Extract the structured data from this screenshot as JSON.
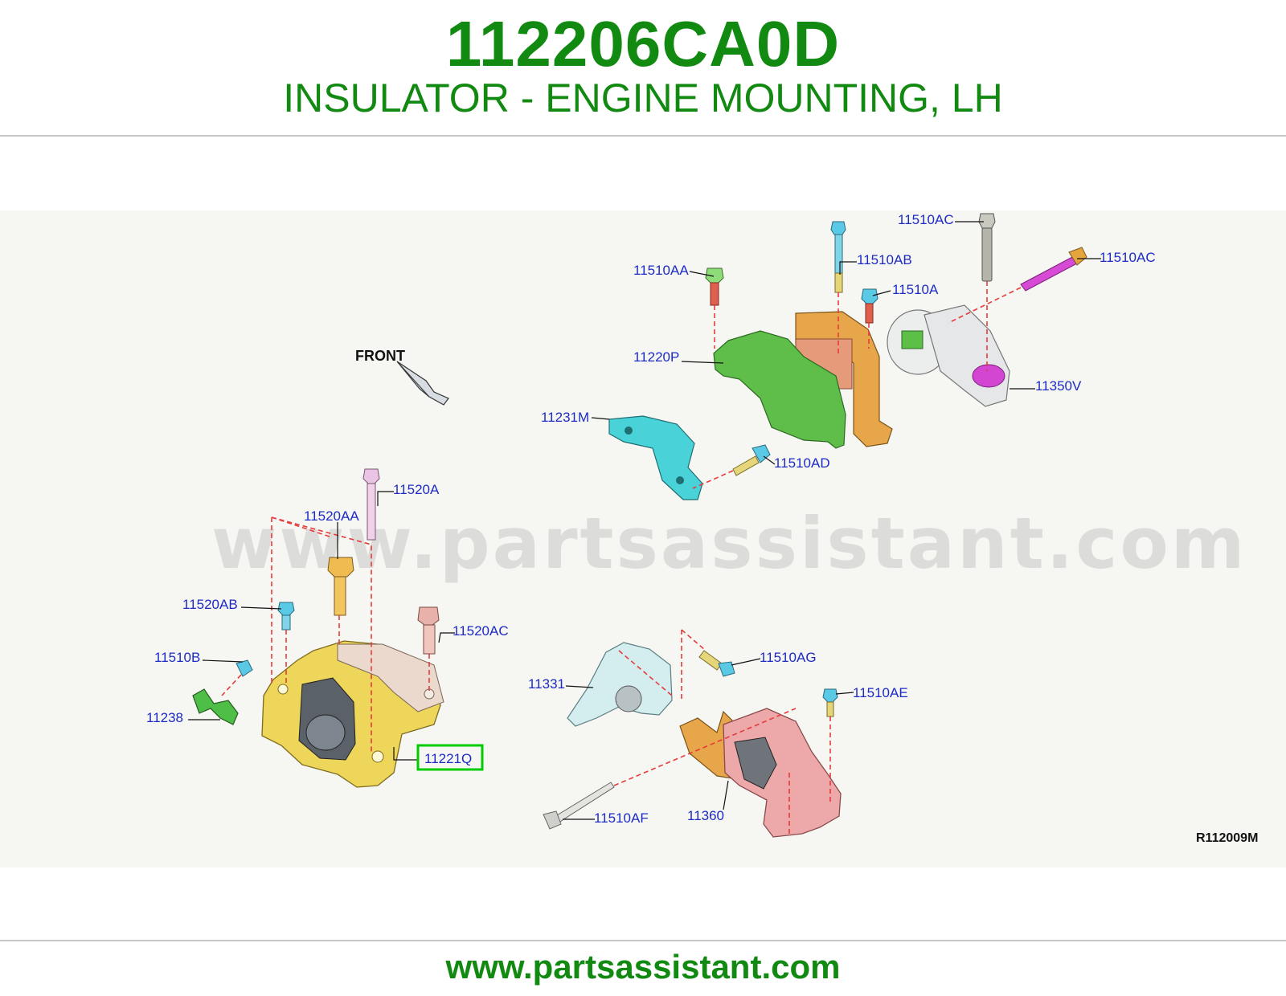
{
  "header": {
    "part_number": "112206CA0D",
    "description": "INSULATOR - ENGINE MOUNTING, LH"
  },
  "diagram": {
    "front_label": "FRONT",
    "reference_code": "R112009M",
    "watermark": "www.partsassistant.com",
    "highlighted_callout": "11221Q",
    "highlight_color": "#00cc00",
    "callouts": {
      "c11510AC_top": "11510AC",
      "c11510AC_right": "11510AC",
      "c11510AB": "11510AB",
      "c11510AA": "11510AA",
      "c11510A": "11510A",
      "c11220P": "11220P",
      "c11350V": "11350V",
      "c11231M": "11231M",
      "c11510AD": "11510AD",
      "c11520A": "11520A",
      "c11520AA": "11520AA",
      "c11520AB": "11520AB",
      "c11520AC": "11520AC",
      "c11510B": "11510B",
      "c11238": "11238",
      "c11221Q": "11221Q",
      "c11510AG": "11510AG",
      "c11331": "11331",
      "c11510AE": "11510AE",
      "c11510AF": "11510AF",
      "c11360": "11360"
    }
  },
  "footer": {
    "url": "www.partsassistant.com"
  }
}
